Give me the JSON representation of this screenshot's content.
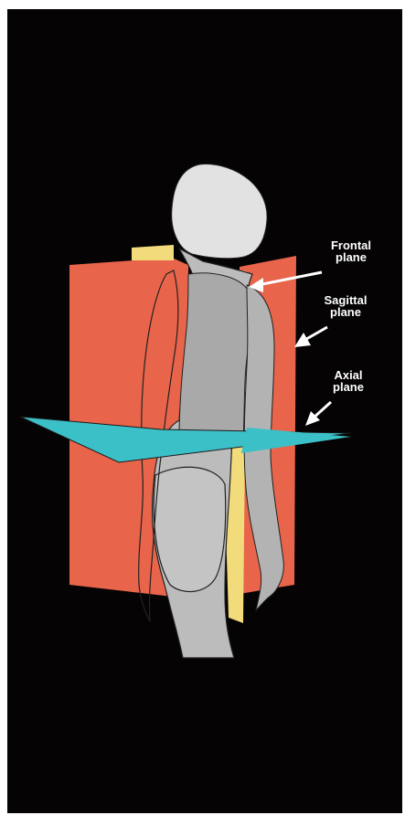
{
  "labels": {
    "frontal": {
      "line1": "Frontal",
      "line2": "plane"
    },
    "sagittal": {
      "line1": "Sagittal",
      "line2": "plane"
    },
    "axial": {
      "line1": "Axial",
      "line2": "plane"
    }
  },
  "colors": {
    "background": "#050303",
    "frontal_plane": "#f2db7a",
    "sagittal_plane": "#e8644a",
    "axial_plane": "#3cc0c8",
    "body": "#bcbcbc",
    "hair": "#e2e2e2",
    "arrow": "#ffffff"
  }
}
